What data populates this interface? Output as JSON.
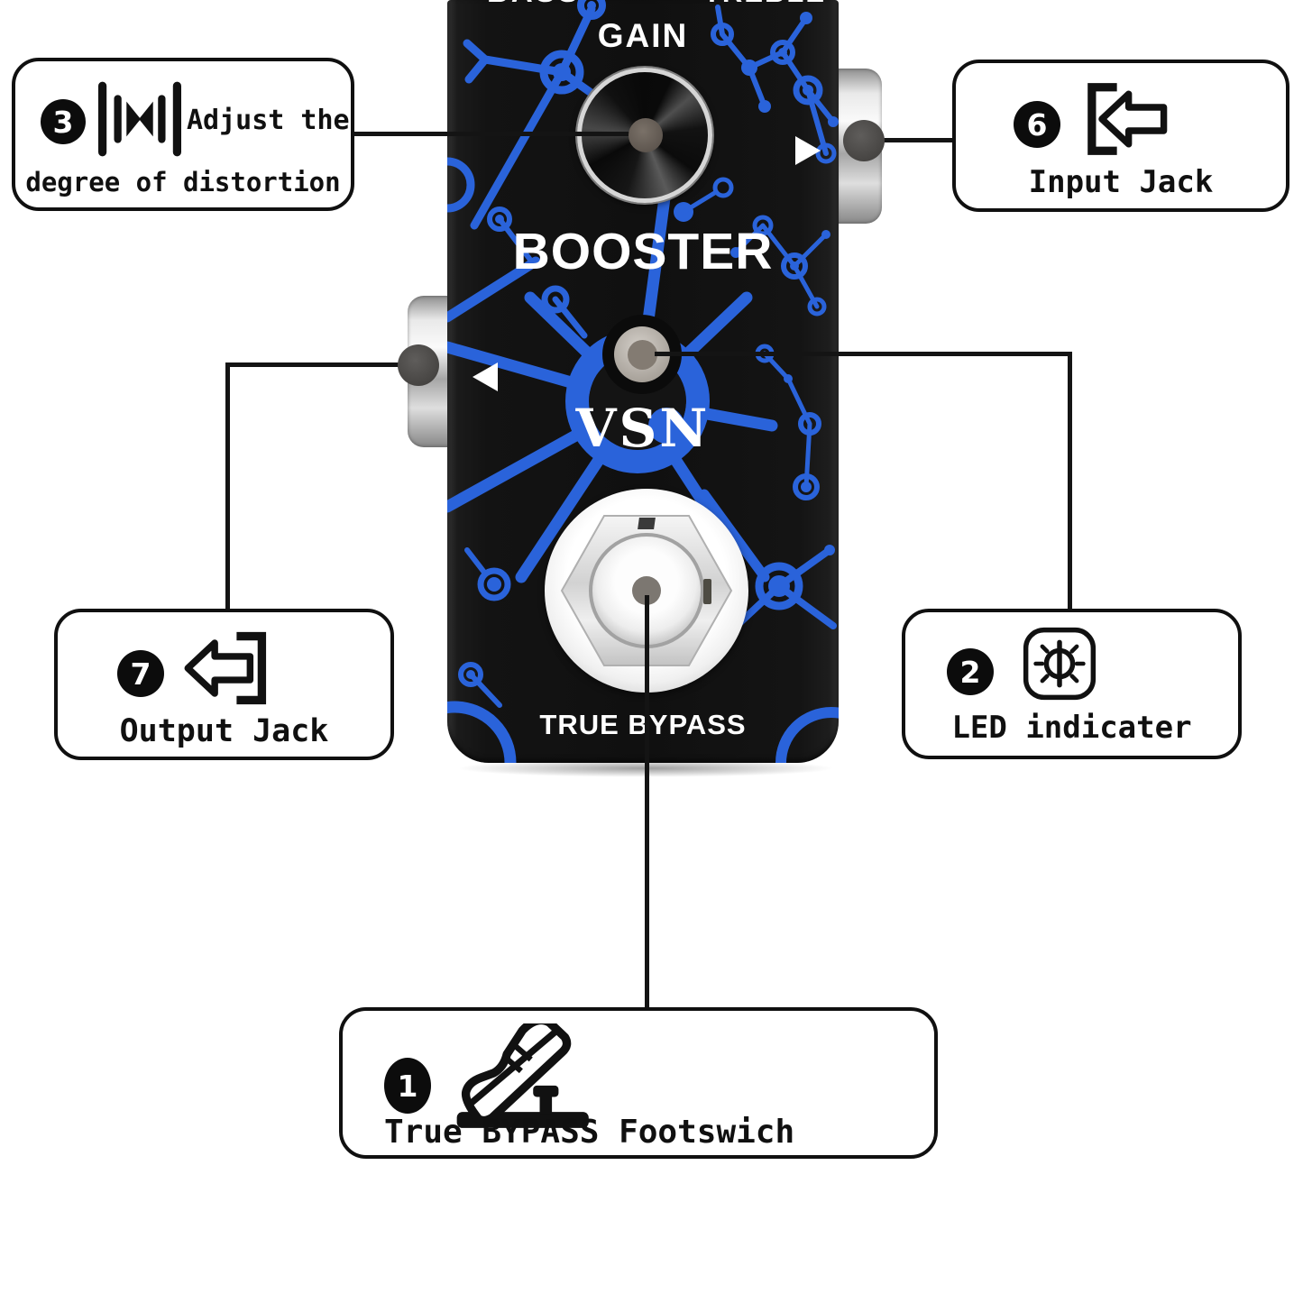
{
  "pedal": {
    "top_labels": {
      "bass": "BASS",
      "treble": "TREBLE",
      "gain": "GAIN"
    },
    "model_name": "BOOSTER",
    "brand": "VSN",
    "bypass_label": "TRUE BYPASS",
    "colors": {
      "body": "#141414",
      "pattern_blue": "#2a63da",
      "text_white": "#ffffff"
    }
  },
  "callouts": {
    "distortion": {
      "number": "3",
      "icon": "adjust-width-icon",
      "line1": "Adjust the",
      "line2": "degree of distortion"
    },
    "input": {
      "number": "6",
      "icon": "input-jack-arrow-icon",
      "label": "Input Jack"
    },
    "output": {
      "number": "7",
      "icon": "output-jack-arrow-icon",
      "label": "Output Jack"
    },
    "led": {
      "number": "2",
      "icon": "led-brightness-icon",
      "label": "LED indicater"
    },
    "footswitch": {
      "number": "1",
      "icon": "footswitch-shoe-icon",
      "label": "True BYPASS Footswich"
    }
  }
}
